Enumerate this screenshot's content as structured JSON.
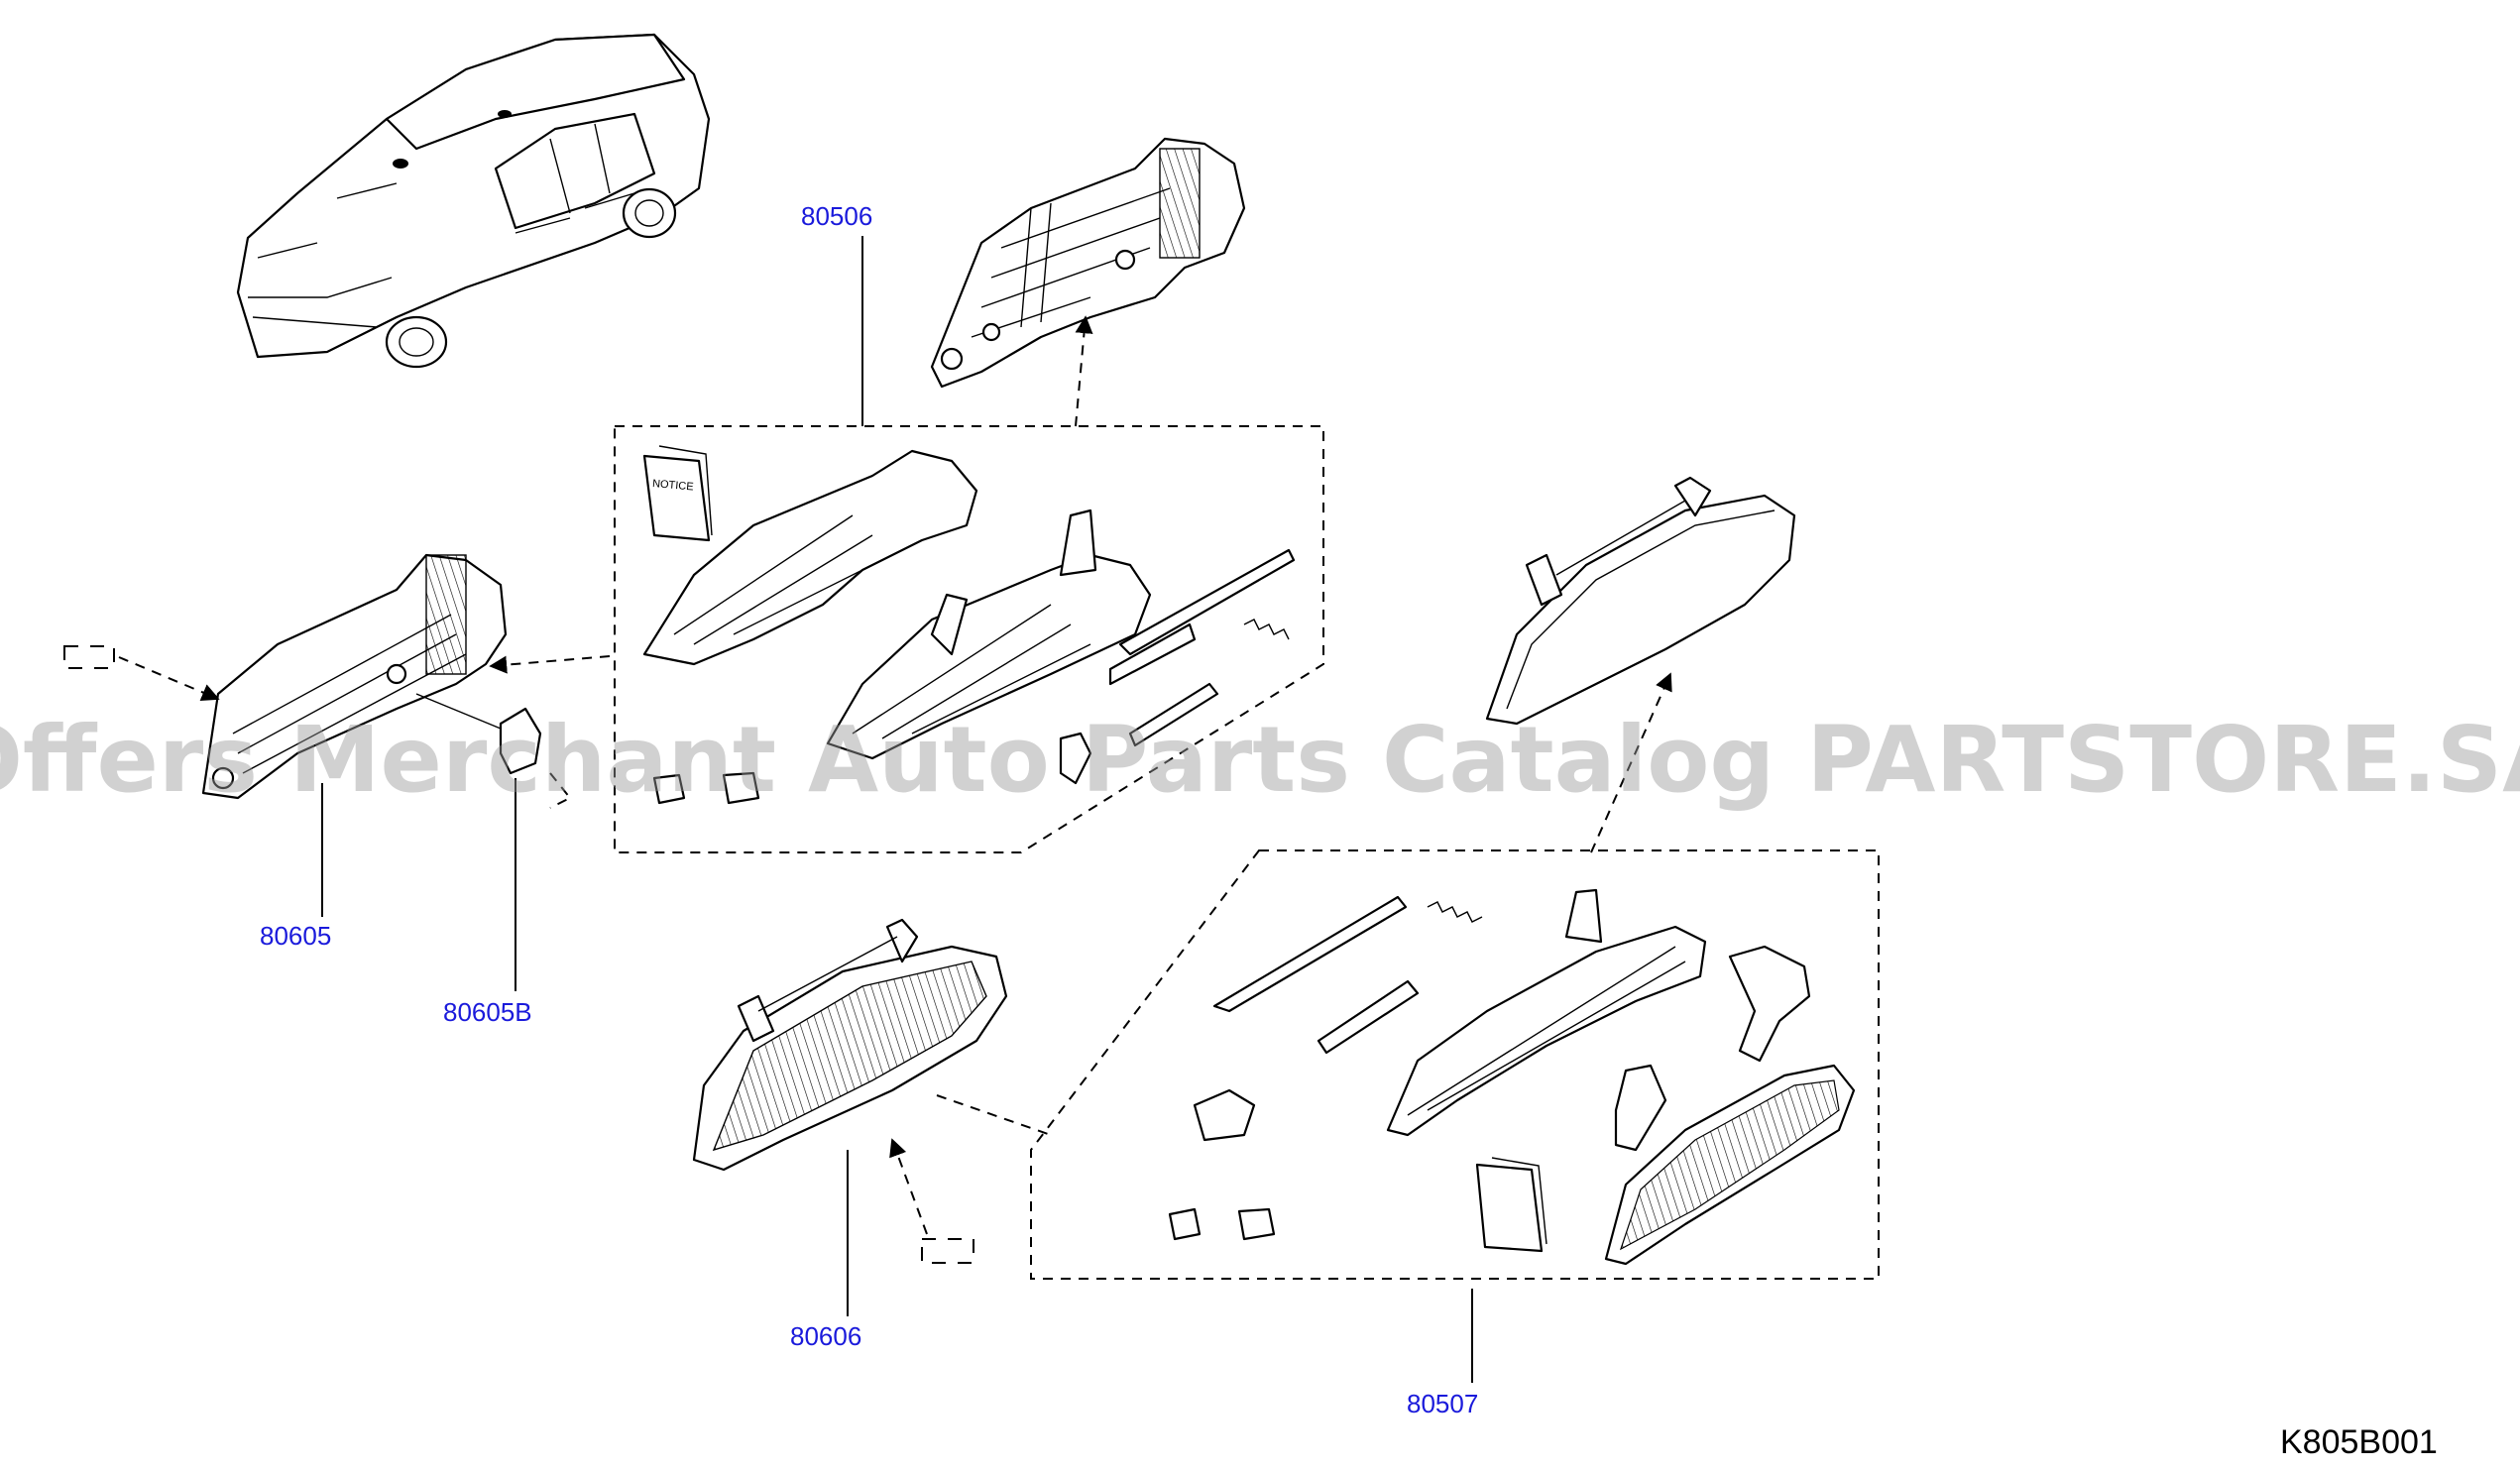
{
  "callouts": {
    "p80506": "80506",
    "p80605": "80605",
    "p80605B": "80605B",
    "p80606": "80606",
    "p80507": "80507"
  },
  "drawing_code": "K805B001",
  "watermark": "Offers Merchant Auto Parts Catalog PARTSTORE.SA",
  "notice_label": "NOTICE",
  "colors": {
    "callout": "#1a1adb",
    "line": "#000000",
    "watermark": "#9a9a9a"
  }
}
